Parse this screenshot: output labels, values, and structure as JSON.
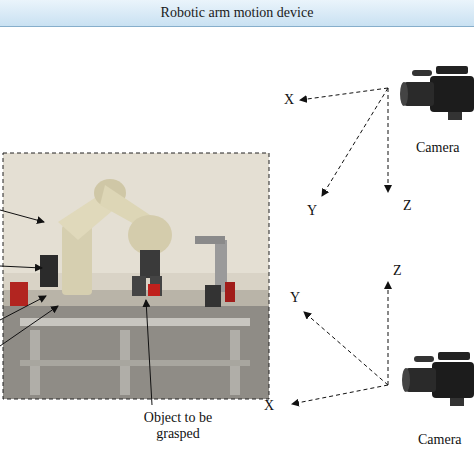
{
  "diagram": {
    "title": "Robotic arm motion device",
    "labels": [
      "X",
      "Y",
      "Z",
      "Camera",
      "Y",
      "Z",
      "X",
      "Camera",
      "Object to be grasped"
    ]
  }
}
